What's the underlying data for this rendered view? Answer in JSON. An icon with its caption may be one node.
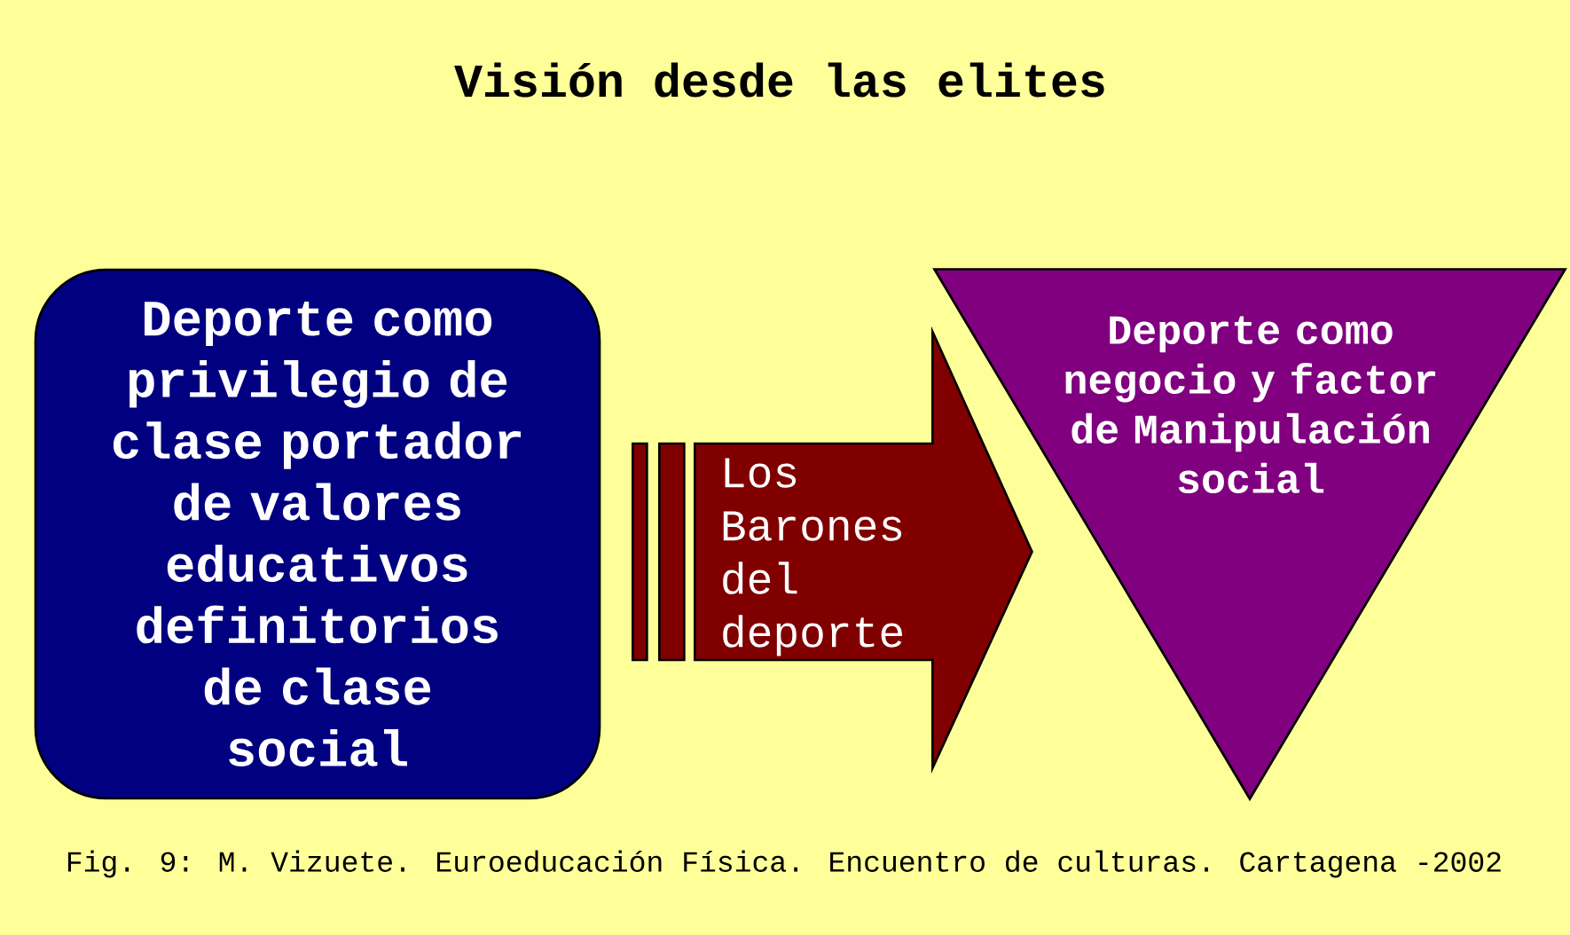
{
  "diagram": {
    "title": "Visión desde las elites",
    "nodes": [
      {
        "text": [
          "Deporte como privilegio de clase portador de valores educativos definitorios de clase social"
        ]
      },
      {
        "text": [
          "Deporte como negocio y factor de Manipulación social"
        ]
      }
    ],
    "edges": [
      {
        "from": 0,
        "to": 1,
        "arrow": "to",
        "label": "Los Barones del deporte"
      }
    ],
    "caption": "Fig. 9: M. Vizuete. Euroeducación Física. Encuentro de culturas. Cartagena -2002"
  }
}
